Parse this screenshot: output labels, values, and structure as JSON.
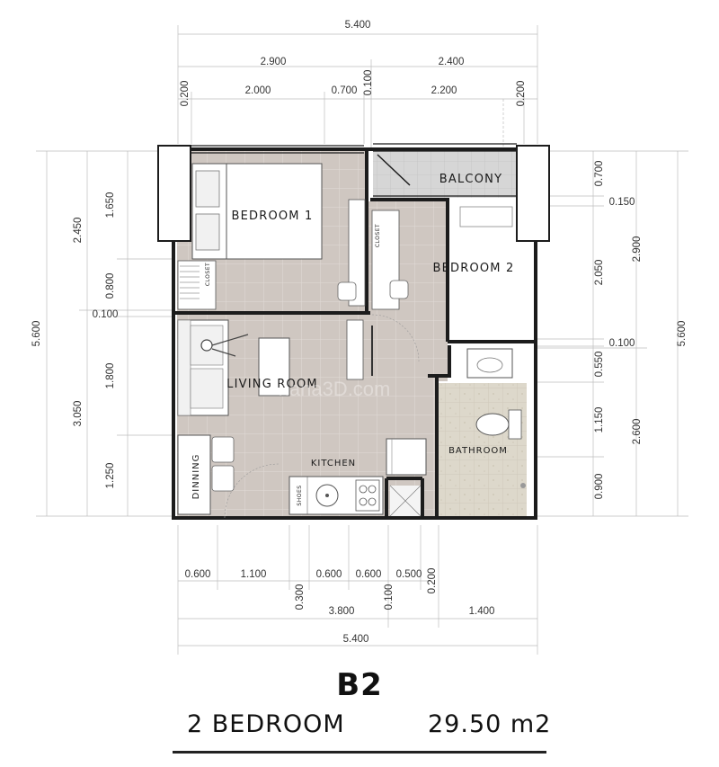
{
  "plan": {
    "code": "B2",
    "unit_type": "2 BEDROOM",
    "area": "29.50 m2",
    "watermark": "hana3D.com"
  },
  "rooms": {
    "bedroom1": "BEDROOM 1",
    "bedroom2": "BEDROOM 2",
    "balcony": "BALCONY",
    "living": "LIVING ROOM",
    "kitchen": "KITCHEN",
    "bathroom": "BATHROOM",
    "dinning": "DINNING",
    "closet1": "CLOSET",
    "closet2": "CLOSET",
    "shoes": "SHOES"
  },
  "dimensions": {
    "top_total": "5.400",
    "top_row2": [
      "2.900",
      "2.400"
    ],
    "top_row3": [
      "0.200",
      "2.000",
      "0.700",
      "0.100",
      "2.200",
      "0.200"
    ],
    "left_outer": "5.600",
    "left_mid": [
      "2.450",
      "3.050"
    ],
    "left_inner": [
      "1.650",
      "0.800",
      "0.100",
      "1.800",
      "1.250"
    ],
    "right_inner": [
      "0.700",
      "0.150",
      "2.050",
      "0.100",
      "0.550",
      "1.150",
      "0.900"
    ],
    "right_mid": [
      "2.900",
      "2.600"
    ],
    "right_outer": "5.600",
    "bottom_row1": [
      "0.600",
      "1.100",
      "0.600",
      "0.600",
      "0.500"
    ],
    "bottom_row1_v": [
      "0.300",
      "0.100",
      "0.200"
    ],
    "bottom_row2": [
      "3.800",
      "1.400"
    ],
    "bottom_total": "5.400"
  }
}
